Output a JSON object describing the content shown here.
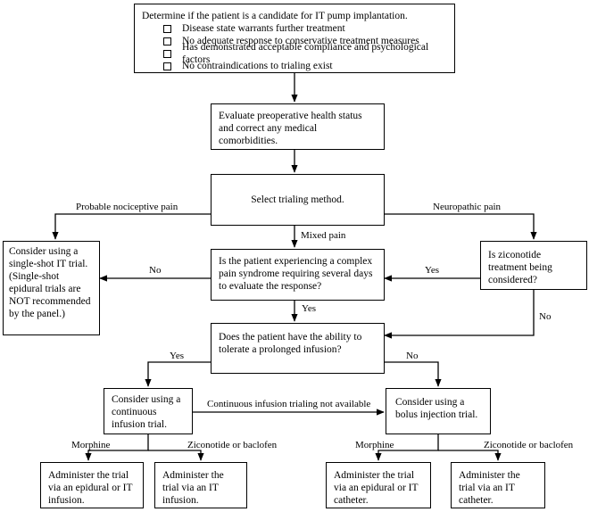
{
  "top": {
    "title": "Determine if the patient is a candidate for IT pump implantation.",
    "criteria": [
      "Disease state warrants further treatment",
      "No adequate response to conservative treatment measures",
      "Has demonstrated acceptable compliance and psychological factors",
      "No contraindications to trialing exist"
    ]
  },
  "evaluate": "Evaluate preoperative health status and correct any medical comorbidities.",
  "select": "Select trialing method.",
  "single_shot": "Consider using a single-shot IT trial. (Single-shot epidural trials are NOT recommended by the panel.)",
  "complex": "Is the patient experiencing a complex pain syndrome requiring several days to evaluate the response?",
  "ziconotide_q": "Is ziconotide treatment being considered?",
  "tolerate": "Does the patient have the ability to tolerate a prolonged infusion?",
  "continuous": "Consider using a continuous infusion trial.",
  "bolus": "Consider using a bolus injection trial.",
  "leaf1": "Administer the trial via an epidural or IT infusion.",
  "leaf2": "Administer the trial via an IT infusion.",
  "leaf3": "Administer the trial via an epidural or IT catheter.",
  "leaf4": "Administer the trial via an IT catheter.",
  "labels": {
    "nociceptive": "Probable nociceptive pain",
    "neuropathic": "Neuropathic pain",
    "mixed": "Mixed pain",
    "no": "No",
    "yes": "Yes",
    "continuous_na": "Continuous infusion trialing not available",
    "morphine": "Morphine",
    "zico_baclofen": "Ziconotide or baclofen"
  }
}
